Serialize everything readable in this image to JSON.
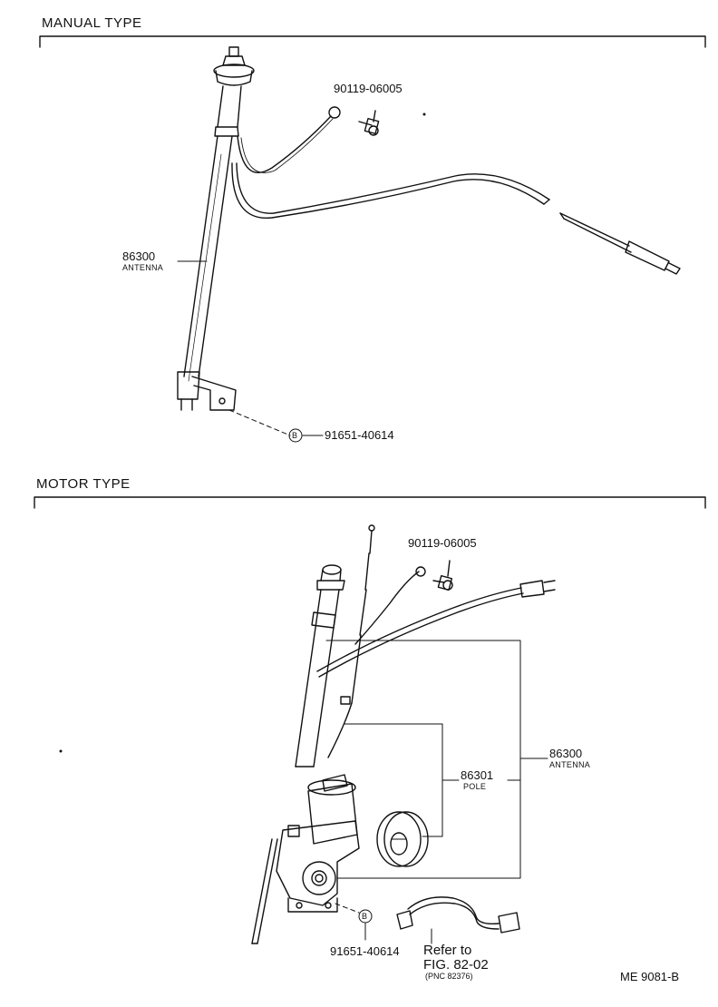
{
  "sections": {
    "manual": {
      "title": "MANUAL  TYPE",
      "hardware_part": "90119-06005",
      "antenna_part": "86300",
      "antenna_name": "ANTENNA",
      "bolt_marker": "B",
      "bolt_part": "91651-40614"
    },
    "motor": {
      "title": "MOTOR  TYPE",
      "hardware_part": "90119-06005",
      "antenna_part": "86300",
      "antenna_name": "ANTENNA",
      "pole_part": "86301",
      "pole_name": "POLE",
      "bolt_marker": "B",
      "bolt_part": "91651-40614",
      "refer_line1": "Refer to",
      "refer_line2": "FIG. 82-02",
      "refer_line3": "(PNC 82376)"
    }
  },
  "footer": {
    "code": "ME  9081-B"
  },
  "colors": {
    "ink": "#111111",
    "paper": "#ffffff"
  }
}
